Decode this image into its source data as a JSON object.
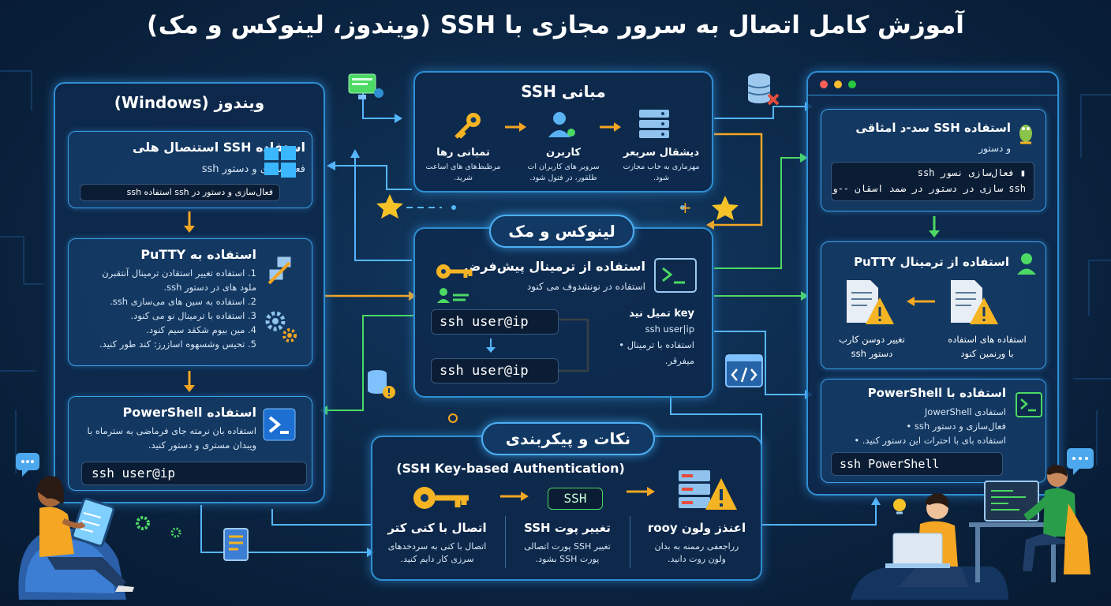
{
  "title": "آموزش کامل اتصال به سرور مجازی با SSH (ویندوز، لینوکس و مک)",
  "windows": {
    "header": "ویندوز (Windows)",
    "cards": [
      {
        "title": "استفاده SSH استنصال هلی",
        "sub": "فعال‌سازی و دستور ssh",
        "code": "فعال‌سازی و دستور در ssh استفاده ssh"
      },
      {
        "title": "استفاده به PuTTY",
        "items": [
          "1. استفاده تغییر استقادن ترمینال آنتقبرن",
          "ملود های در دستور ssh.",
          "2. استفاده به سین های می‌سازی ssh.",
          "3. استفاده با ترمینال نو می کنود.",
          "4. مین بیوم شکقد سیم کنود.",
          "5. تحیس وشسهوه اسازرز: کند طور کنید."
        ]
      },
      {
        "title": "استفاده PowerShell",
        "desc1": "استفاده بان نرمته جای فرماضی به سترماه با",
        "desc2": "ویبدان مستری و دستور کنید.",
        "code": "ssh user@ip"
      }
    ]
  },
  "ssh_basics": {
    "header": "مبانی SSH",
    "steps": [
      {
        "title": "تمبانی رها",
        "desc1": "مرظبط‌های های اساعت",
        "desc2": "شرید."
      },
      {
        "title": "کاربرن",
        "desc1": "سروبر های کاربران ات",
        "desc2": "طلقور، در فتول شود."
      },
      {
        "title": "دیشقال سربعر",
        "desc1": "مهزماری به خاب مجازت",
        "desc2": "شود."
      }
    ]
  },
  "linux_mac": {
    "header": "لینوکس و مک",
    "terminal_title": "استفاده از ترمینال پیش‌فرض",
    "terminal_sub": "استفاده در نونشدوف می کنود",
    "code1": "ssh user@ip",
    "code2": "ssh user@ip",
    "key_title": "key تمیل نید",
    "key_lines": [
      "ssh user|ip",
      "استفاده با ترمینال •",
      "میفرقر."
    ]
  },
  "right": {
    "cards": [
      {
        "title": "استفاده SSH سد-د امثاقی",
        "sub": "و دستور",
        "code_lines": [
          "▮ فعال‌سازی نسور ssh",
          "‏ssh سازی در دستور در ضمد اسقان --و"
        ]
      },
      {
        "title": "استفاده از ترمینال PuTTY",
        "left_caption1": "تغییر دوسن کارب",
        "left_caption2": "دستور ssh",
        "right_caption1": "استفاده های استفاده",
        "right_caption2": "با ورنمین کنود"
      },
      {
        "title": "استفاده با PowerShell",
        "lines": [
          "استفادی JowerShell",
          "فعال‌سازی و دستور ssh •",
          "استفاده بای با احترات این دستور کنید. •"
        ],
        "code": "ssh PowerShell"
      }
    ]
  },
  "tips": {
    "header": "نکات و پیکربندی",
    "subtitle": "(SSH Key-based Authentication)",
    "code": "SSH",
    "items": [
      {
        "title": "اتصال با کنی کتر",
        "desc1": "اتصال با کنی به سردخدهای",
        "desc2": "سرزی کار دایم کنید."
      },
      {
        "title": "تغییر پوت SSH",
        "desc1": "تغییر SSH پورت اتصالی",
        "desc2": "پورت SSH بشود."
      },
      {
        "title": "اعنذز ولون rooy",
        "desc1": "رراجعفی رممنه به بدان",
        "desc2": "ولون روت دانید."
      }
    ]
  },
  "colors": {
    "background": "#0b2543",
    "panel_border": "#2f8fd3",
    "orange": "#f5a623",
    "green": "#4cd964",
    "cyan": "#4db0f5"
  }
}
